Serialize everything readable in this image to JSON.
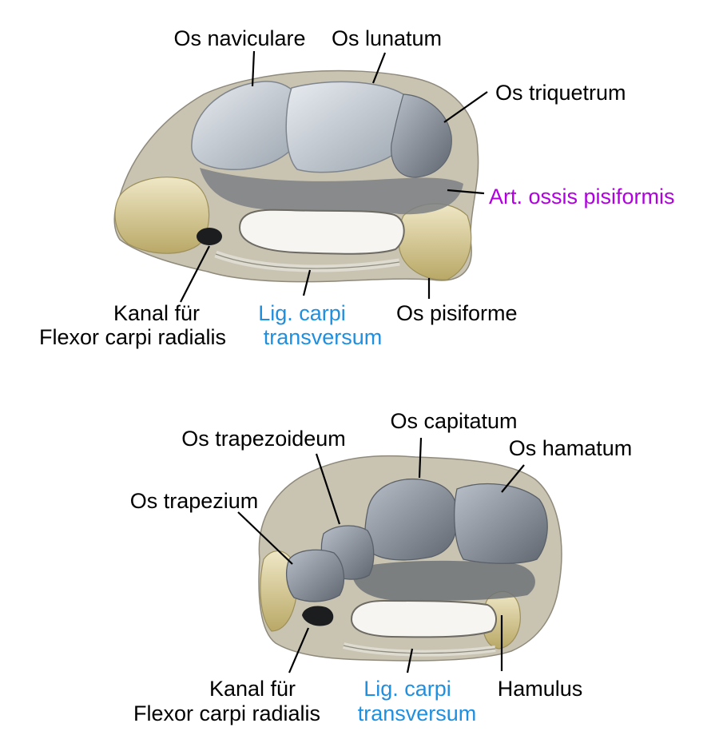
{
  "top_figure": {
    "labels": {
      "os_naviculare": "Os naviculare",
      "os_lunatum": "Os lunatum",
      "os_triquetrum": "Os triquetrum",
      "art_ossis_pisiformis": "Art. ossis pisiformis",
      "os_pisiforme": "Os pisiforme",
      "kanal_line1": "Kanal für",
      "kanal_line2": "Flexor carpi radialis",
      "lig_line1": "Lig. carpi",
      "lig_line2": "transversum"
    }
  },
  "bottom_figure": {
    "labels": {
      "os_capitatum": "Os capitatum",
      "os_trapezoideum": "Os trapezoideum",
      "os_hamatum": "Os hamatum",
      "os_trapezium": "Os trapezium",
      "hamulus": "Hamulus",
      "kanal_line1": "Kanal für",
      "kanal_line2": "Flexor carpi radialis",
      "lig_line1": "Lig. carpi",
      "lig_line2": "transversum"
    }
  },
  "colors": {
    "text": "#000000",
    "ligament_label": "#1f8fe0",
    "articulation_label": "#b000e0",
    "articular_surface": "#c4cad3",
    "bone_shadow": "#6f7377",
    "bone_tan": "#d8c98f",
    "bone_light": "#e9e4d6"
  }
}
